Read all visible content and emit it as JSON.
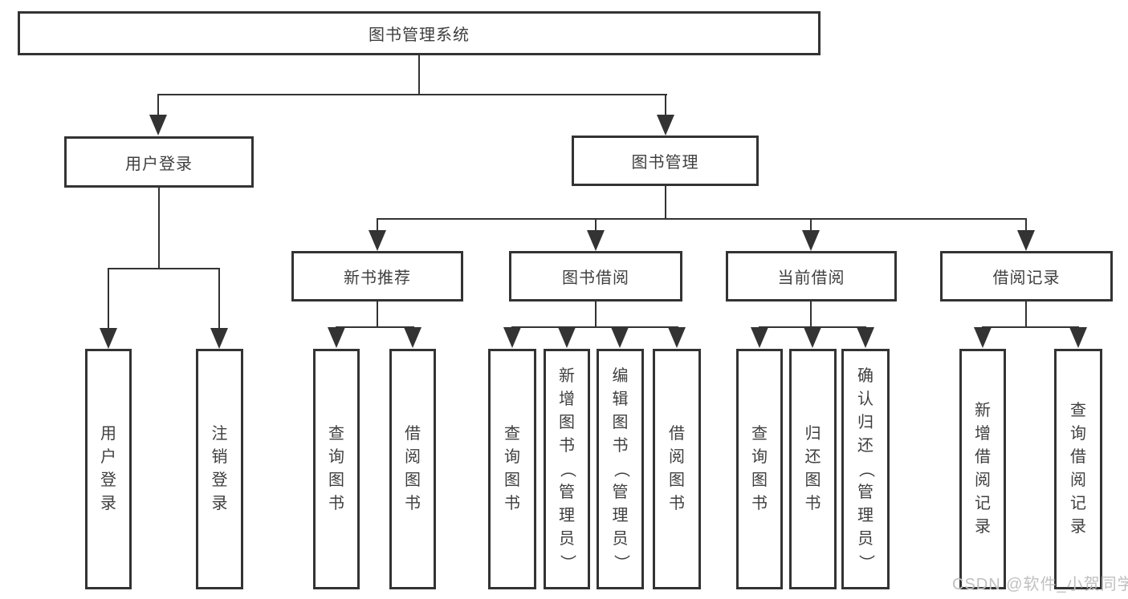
{
  "tree": {
    "label": "图书管理系统",
    "children": [
      {
        "label": "用户登录",
        "children": [
          {
            "label": "用户登录"
          },
          {
            "label": "注销登录"
          }
        ]
      },
      {
        "label": "图书管理",
        "children": [
          {
            "label": "新书推荐",
            "children": [
              {
                "label": "查询图书"
              },
              {
                "label": "借阅图书"
              }
            ]
          },
          {
            "label": "图书借阅",
            "children": [
              {
                "label": "查询图书"
              },
              {
                "label": "新增图书（管理员）"
              },
              {
                "label": "编辑图书（管理员）"
              },
              {
                "label": "借阅图书"
              }
            ]
          },
          {
            "label": "当前借阅",
            "children": [
              {
                "label": "查询图书"
              },
              {
                "label": "归还图书"
              },
              {
                "label": "确认归还（管理员）"
              }
            ]
          },
          {
            "label": "借阅记录",
            "children": [
              {
                "label": "新增借阅记录"
              },
              {
                "label": "查询借阅记录"
              }
            ]
          }
        ]
      }
    ]
  },
  "watermark": {
    "text": "CSDN @软件_小贺同学"
  },
  "colors": {
    "line": "#333333",
    "text": "#3f3f3f",
    "watermark": "#c0c0c0",
    "background": "#ffffff"
  }
}
